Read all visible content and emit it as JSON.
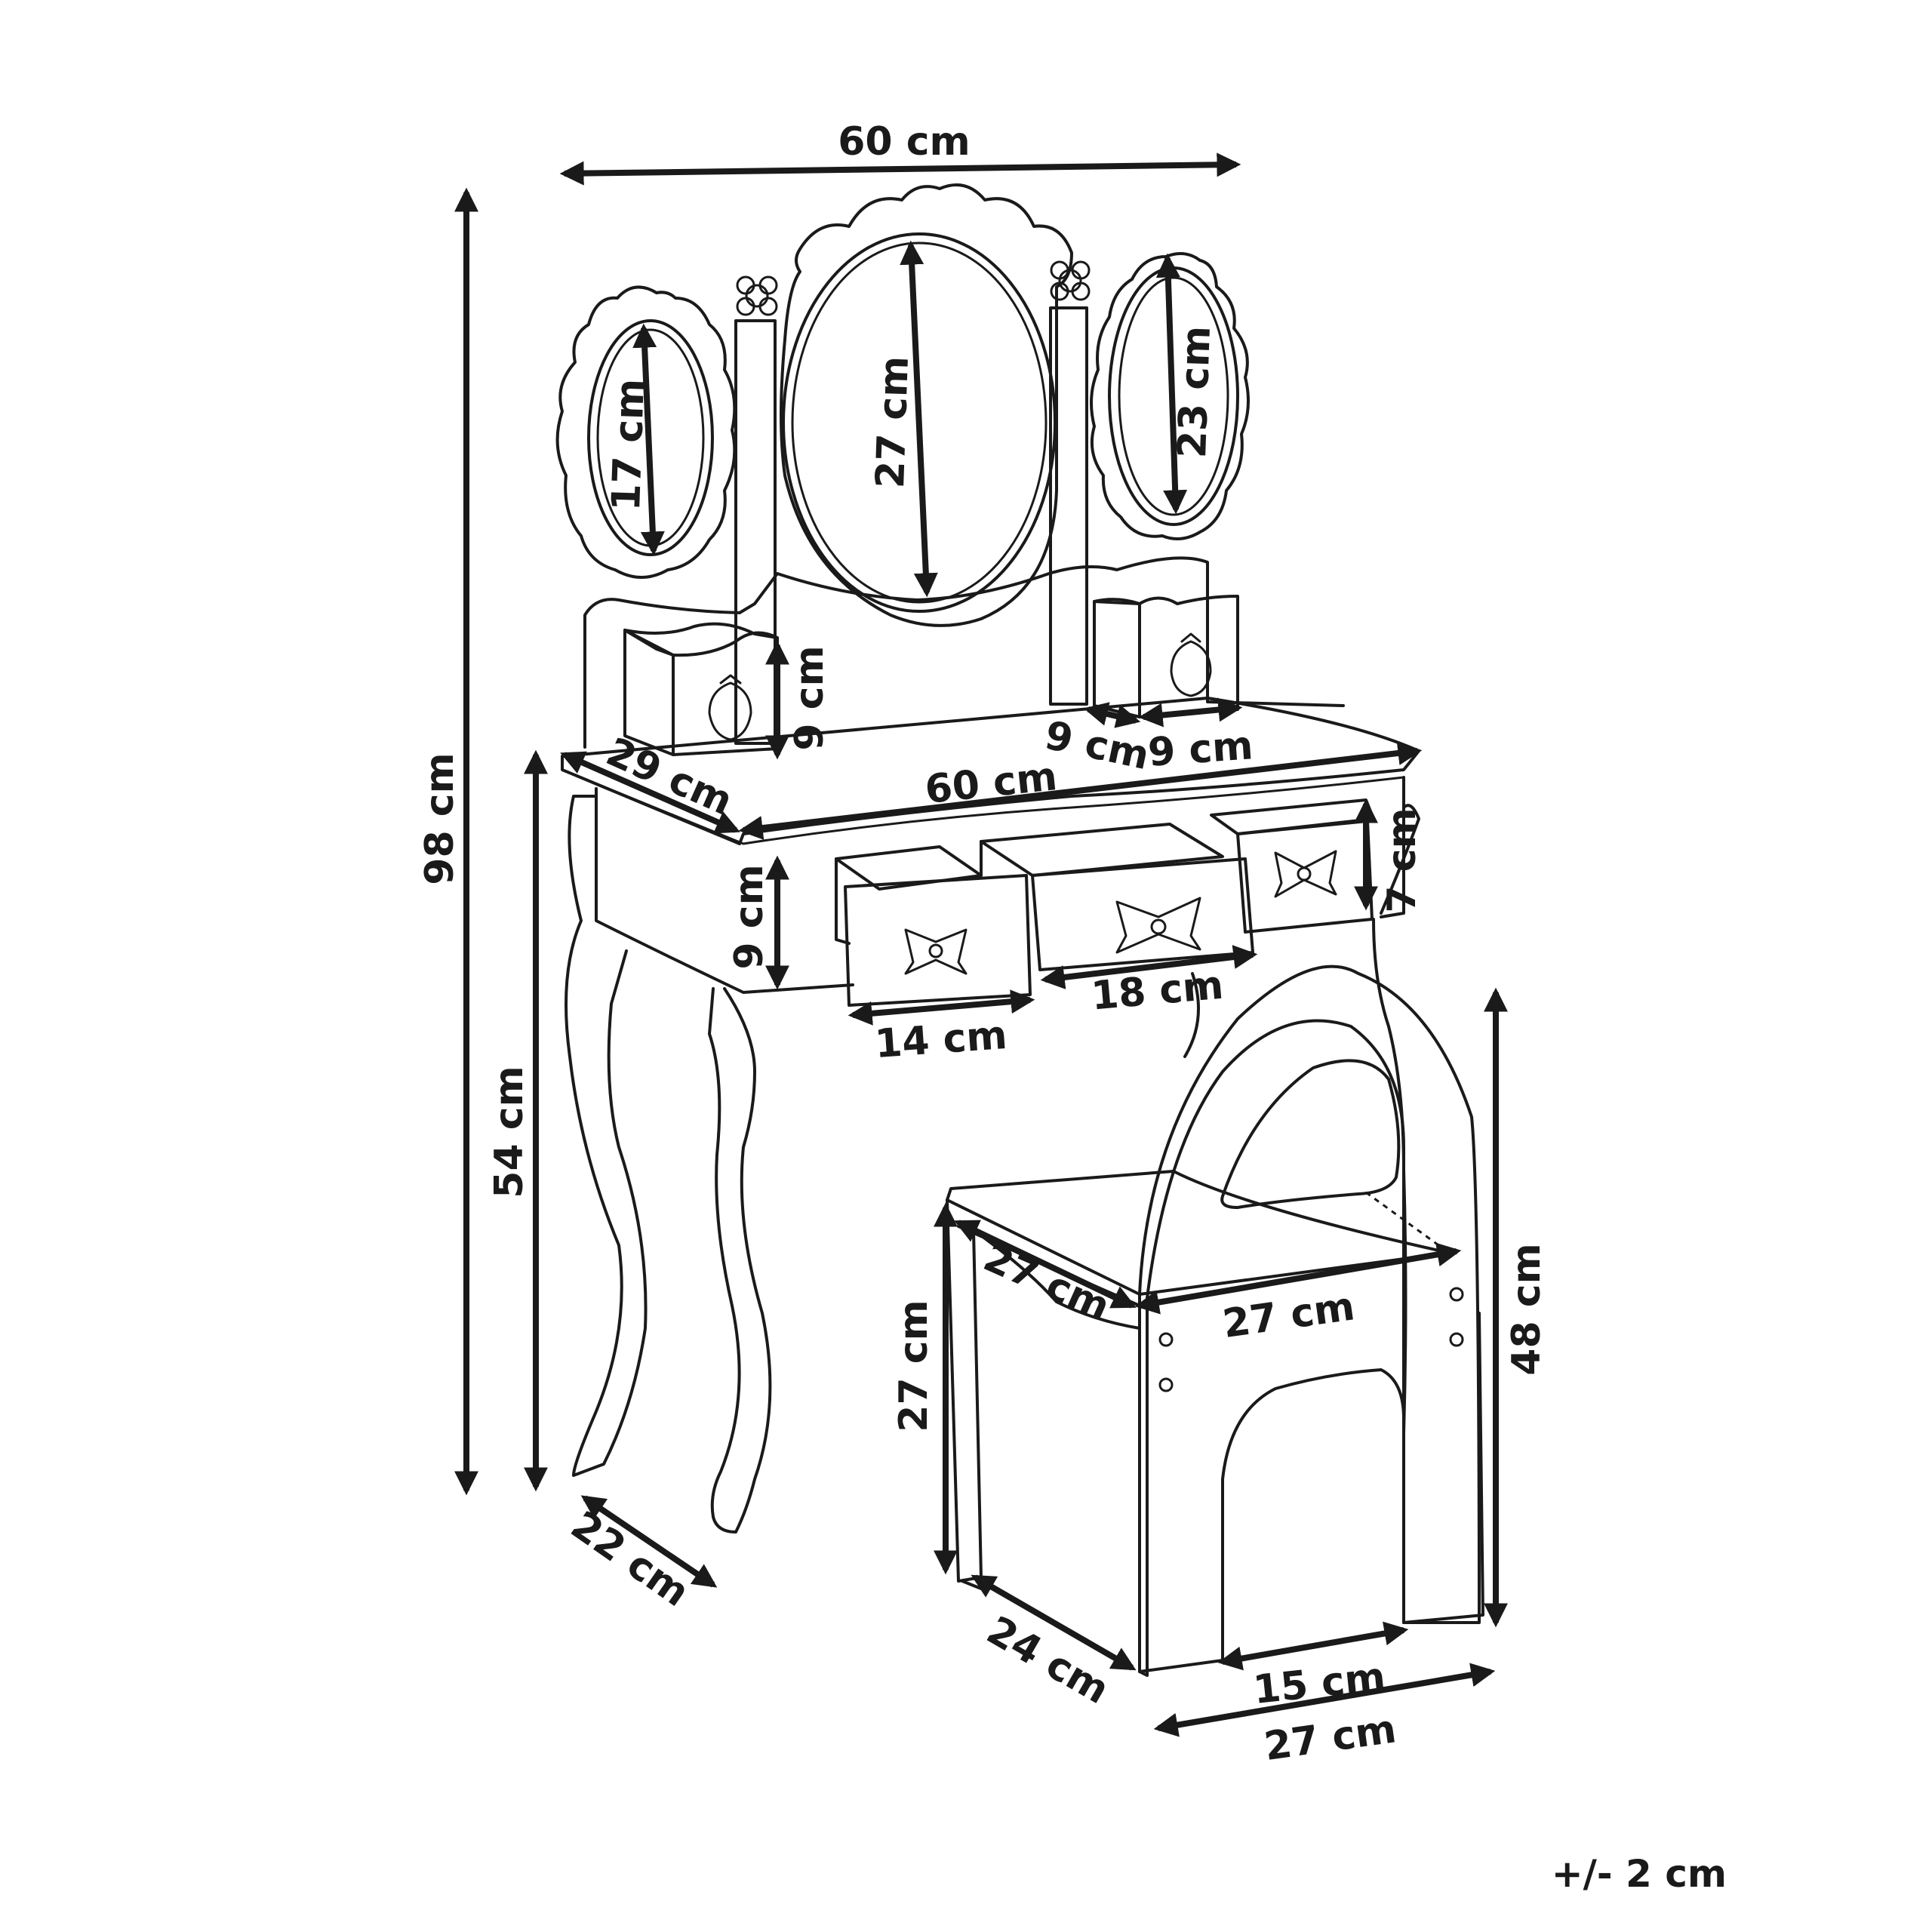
{
  "tolerance": "+/- 2 cm",
  "dimensions": {
    "table_top_width": "60 cm",
    "total_height": "98 cm",
    "table_height": "54 cm",
    "mirror_left_height": "17 cm",
    "mirror_center_height": "27 cm",
    "mirror_right_height": "23 cm",
    "organizer_height": "9 cm",
    "organizer_gap": "9 cm",
    "organizer_width": "9 cm",
    "table_depth": "29 cm",
    "table_width": "60 cm",
    "apron_height": "9 cm",
    "drawer_left_width": "14 cm",
    "drawer_center_width": "18 cm",
    "drawer_right_height": "7 cm",
    "leg_depth": "22 cm",
    "stool_height": "48 cm",
    "stool_seat_depth": "27 cm",
    "stool_seat_width": "27 cm",
    "stool_seat_height": "27 cm",
    "stool_base_depth": "24 cm",
    "stool_opening_width": "15 cm",
    "stool_base_width": "27 cm"
  }
}
